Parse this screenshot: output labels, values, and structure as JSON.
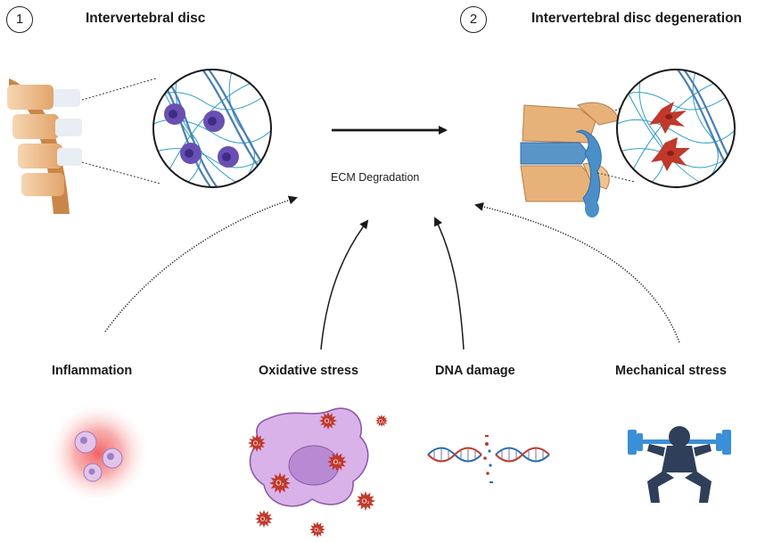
{
  "panel1": {
    "number": "1",
    "title": "Intervertebral disc"
  },
  "panel2": {
    "number": "2",
    "title": "Intervertebral disc degeneration"
  },
  "center": {
    "label": "ECM Degradation"
  },
  "factors": {
    "inflammation": "Inflammation",
    "oxidative": "Oxidative stress",
    "dna": "DNA damage",
    "mechanical": "Mechanical stress"
  },
  "icons": {
    "ros_label": "O₂"
  },
  "colors": {
    "healthy_cell": "#6a4fb3",
    "degenerated_cell": "#c0392b",
    "ecm_fiber": "#2e9ec7",
    "spine_tan": "#e7b27a",
    "inflammation_glow": "#f25a5a",
    "oxidative_cell": "#c89ad8",
    "ros_star": "#c0392b",
    "dna_red": "#c0392b",
    "dna_blue": "#2a6db0",
    "weightlifter_blue": "#3a8fd8",
    "weightlifter_body": "#2f3f5a"
  }
}
